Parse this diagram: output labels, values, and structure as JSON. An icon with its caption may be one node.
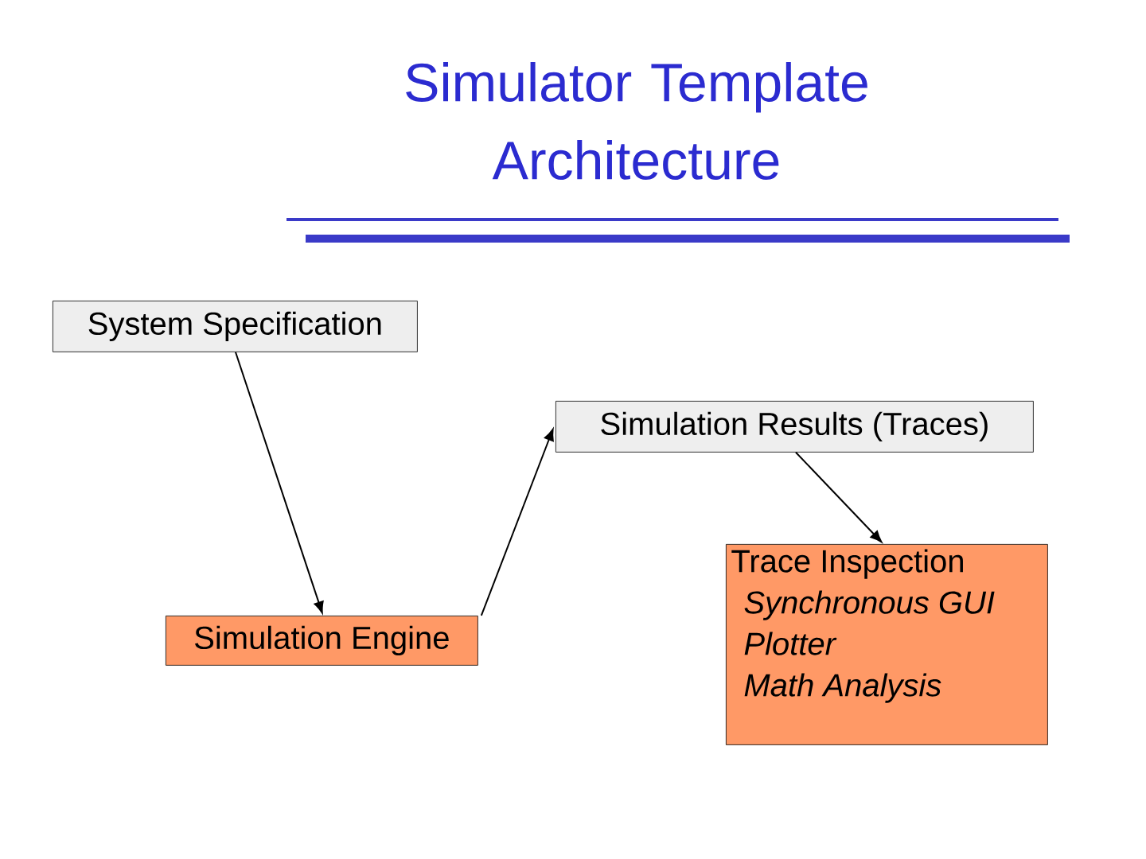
{
  "diagram": {
    "title": "Simulator Template Architecture",
    "nodes": [
      {
        "text": [
          "System Specification"
        ]
      },
      {
        "text": [
          "Simulation Engine"
        ]
      },
      {
        "text": [
          "Simulation Results (Traces)"
        ]
      },
      {
        "text": [
          "Trace Inspection",
          "Synchronous GUI",
          "Plotter",
          "Math Analysis"
        ]
      }
    ],
    "edges": [
      {
        "from": 0,
        "to": 1,
        "arrow": "to"
      },
      {
        "from": 1,
        "to": 2,
        "arrow": "to"
      },
      {
        "from": 2,
        "to": 3,
        "arrow": "to"
      }
    ]
  }
}
